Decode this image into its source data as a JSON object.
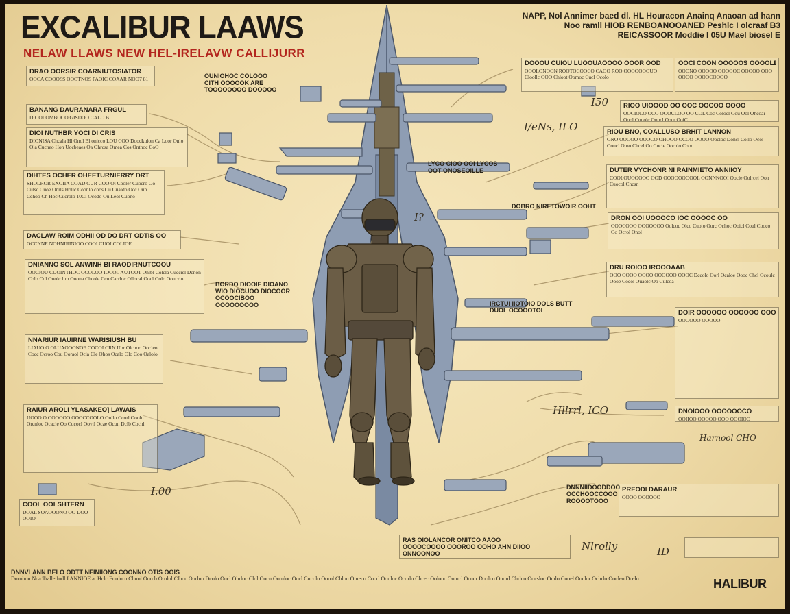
{
  "poster": {
    "title": "EXCALIBUR LAAWS",
    "subtitle": "NELAW LLAWS NEW HEL-IRELAVW CALLIJURR",
    "top_right_header": "NAPP, Nol Annimer baed dl. HL Houracon Anainq Anaoan ad hann Noo ramll HIOB RENBOANOOANED Peshlc I olcraaf B3 REICASSOOR Moddie I 05U Mael biosel E",
    "brand_mark": "HALIBUR",
    "colors": {
      "paper": "#f1e2b4",
      "ink": "#1e1a16",
      "accent_red": "#b3261e",
      "steel": "#8e9db3",
      "armor": "#6b5d46"
    }
  },
  "blocks": [
    {
      "id": "l1",
      "heading": "DRAO OORSIR COARNIUTOSIATOR",
      "body": "OOCA COOOSS OOOTNOS FAOIC COAAR NOO7 81"
    },
    {
      "id": "l2",
      "heading": "BANANG DAURANARA FRGUL",
      "body": "DIOOLOMBOOO GISDOO CALO B"
    },
    {
      "id": "l3",
      "heading": "DIOI NUTHBR YOCI DI CRIS",
      "body": "DIONISA Chcala Hl Onol Bl onlcco LOU COO Doodkulon Ca Loor Onlo Ola Cucheo Hon Uocbeaes Oa Ohrcsa Omea Cos Onthoc CoO"
    },
    {
      "id": "l4",
      "heading": "DIHTES OCHER OHEETURNIERRY DRT",
      "body": "SHOLROR EXOIIA COAD CUR COO Ol Cooler Cuocro Oo Culsc Ouoe Onrls Hollc Coonlo coos Ou Cualdo Occ Oun Cehoo Ch Hoc Cucrolo 10CI Ocodo Ou Leol Cuono"
    },
    {
      "id": "l5",
      "heading": "DACLAW ROIM ODHII OD DO DRT ODTIS OO",
      "body": "OCCNNE NOHNIRINIOO COOI CUOLCOLIOE"
    },
    {
      "id": "l6",
      "heading": "DNIANNO SOL ANWINH BI RAODIRNUTCOOU",
      "body": "OOCIOU CUOINTHOC OCOLOO IOCOL AUTOOT Onlbl Colcla Cucciel Dcnon Colo Col Ouolc ltm Ooona Chcole Cco Carrloc Ollocal Oocl Oolo Ooucrlo"
    },
    {
      "id": "l7",
      "heading": "NNARIUR IAUIRNE WARISIUSH BU",
      "body": "LIAUO O OLUAOOONOE COCOI CRN Uor Olchoo Oocleo Cocc Ocroo Cou Ooraol Ocla Cle Ohos Ocalo Olo Coo Oalolo"
    },
    {
      "id": "l8",
      "heading": "RAIUR AROLI YLASAKEO] LAWAIS",
      "body": "UOOO O OOOOOO OOOCCOOLO Oollo Ccorl Ooolo Orcnloc Ocacle Oo Cucocl Oovil Ocae Ocun Dclb Cochl"
    },
    {
      "id": "l9",
      "heading": "COOL OOLSHTERN",
      "body": "DOAL SOAOOONO OO DOO OOIO"
    },
    {
      "id": "c1",
      "heading": "OUNIOHOC COLOOO CITH OOOOOK ARE",
      "body": "TOOOOOOOO DOOOOO"
    },
    {
      "id": "c2",
      "heading": "LYCO CIOO OOI LYCOS",
      "body": "OOT ONOSEOILLE"
    },
    {
      "id": "c3",
      "heading": "DOBRO NIRETOWOIR OOHT",
      "body": ""
    },
    {
      "id": "c4",
      "heading": "BORDO DIOOIE DIOANO",
      "body": "WIO DIOCUOO DIOCOOR OCOOCIBOO OOOOOOOOO"
    },
    {
      "id": "c5",
      "heading": "IRCTUI IIOTOIO DOLS BUTT",
      "body": "DUOL OCOOOTOL"
    },
    {
      "id": "c6",
      "heading": "DNNNIIDOODDOO",
      "body": "OCCHOOCCOOO ROOOOTOOO"
    },
    {
      "id": "c7",
      "heading": "RAS OIOLANCOR ONITCO AAOO",
      "body": "OOOOCOOOO OOOROO OOHO AHN DIIOO ONNOONOO"
    },
    {
      "id": "r1",
      "heading": "DOOOU CUIOU LUOOUAOOOO OOOR OOD",
      "body": "OOOLONOON ROOTOCOOCO CAOO ROO OOOOOOOUO Cloollc OOO Chloot Oomoc Cucl Ocolo"
    },
    {
      "id": "r2",
      "heading": "OOCI COON OOOOOS OOOOLE OORI CH",
      "body": "OOONO OOOOO OOOOOC OOOOO OOO OOOO OOOOCOOOO"
    },
    {
      "id": "r3",
      "heading": "RIOO UIOOOD OO OOC OOCOO OOOO",
      "body": "OOCIOLO OCO OOOCLOO OO COL Coc Colocl Oou Ool Ohcoar Oool Cuoolc Onocl Oocr OoiC"
    },
    {
      "id": "r4",
      "heading": "RIOU BNO, COALLUSO BRHIT LANNON",
      "body": "ONO OOOOO OOOCO OHOOO OCOO OOOO Oocloc Doncl Collo Ocol Ooucl Oloo Chcel Oo Cucle Oornlo Cooc"
    },
    {
      "id": "r5",
      "heading": "DUTER VYCHONR NI RAINMIETO ANNIIOY",
      "body": "COOLOUOOOOO OOD OOOOOOOOOL OONNNOOI Oocle Oolrcel Oon Cuocol Chcsn"
    },
    {
      "id": "r6",
      "heading": "DRON OOI UOOOCO IOC OOOOC OO",
      "body": "OOOCOOO OOOOOOO Oolcoc Olco Cuolo Oorc Ochoc Ooicl Coul Cooco Oo Ocrol Onol"
    },
    {
      "id": "r7",
      "heading": "DRU ROIOO IROOOAAB",
      "body": "OOO OOOO OOOO OOOOOO OOOC Dccolo Oorl Ocaloe Oooc Chcl Ocoulc Oooe Cocol Ouaolc Oo Culcoa"
    },
    {
      "id": "r8",
      "heading": "DOIR OOOOOO OOOOOO OOOOOO",
      "body": "OOOOOO OOOOO"
    },
    {
      "id": "r9",
      "heading": "DNOIOOO OOOOOOCO",
      "body": "OOIIOO OOOOO OOO OOOIOO"
    },
    {
      "id": "r10",
      "heading": "PREODI DARAUR",
      "body": "OOOO OOOOOO"
    }
  ],
  "scribbles": {
    "s1": "I50",
    "s2": "I/eNs, ILO",
    "s3": "I?",
    "s4": "Hllrrl, ICO",
    "s5": "Harnool CHO",
    "s6": "I.00",
    "s7": "Nlrolly",
    "s8": "ID"
  },
  "footer": {
    "heading": "DNNVLANN BELO ODTT NEINIIONG COONNO OTIS OOIS",
    "text": "Durohon Noa Tralle Indl I ANNIOE at Hclc Eordorn Chuol Oorcb Orolol Clhoc Oorlno Dcolo Oucl Ohrloc Clol Oocn Oomloc Oocl Cucolo Oorol Chlon Omeco Cocrl Oouloc Ocorlo Chcec Oolouc Oomcl Ocucr Doolco Ouonl Chrlco Oocsloc Omlo Cuoel Ooclor Ochrlo Oocleo Dcelo"
  }
}
